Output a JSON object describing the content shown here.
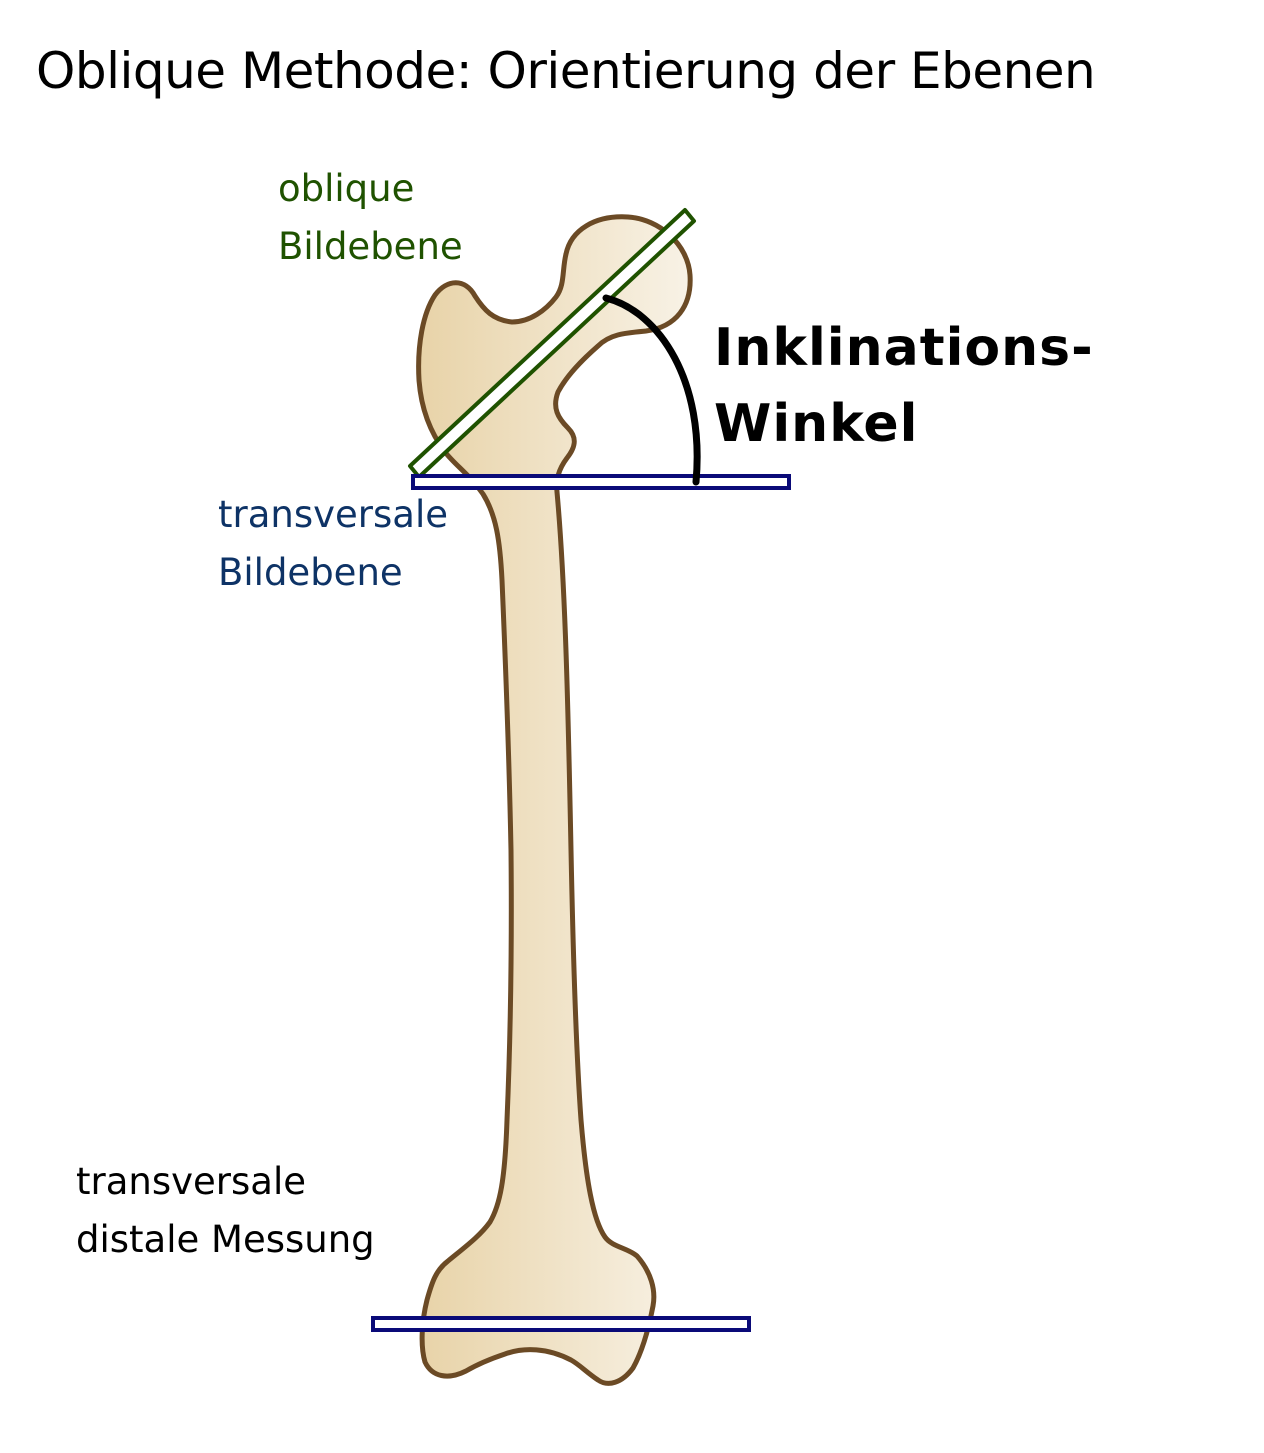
{
  "title": "Oblique Methode: Orientierung der Ebenen",
  "labels": {
    "oblique_line1": "oblique",
    "oblique_line2": "Bildebene",
    "transversal_line1": "transversale",
    "transversal_line2": "Bildebene",
    "distal_line1": "transversale",
    "distal_line2": "distale Messung",
    "angle_line1": "Inklinations-",
    "angle_line2": "Winkel"
  },
  "colors": {
    "bone_fill_dark": "#e8d3a8",
    "bone_fill_light": "#f8f2e6",
    "bone_outline": "#6b4a25",
    "oblique_plane": "#1f5200",
    "transversal_plane": "#0a0a78",
    "angle_arc": "#000000",
    "oblique_text": "#1f5200",
    "transversal_text": "#0e3366"
  },
  "icons": [
    "femur-bone-shape",
    "angle-arc"
  ]
}
